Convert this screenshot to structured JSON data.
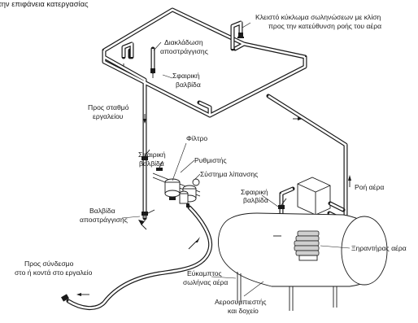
{
  "header": {
    "caption": "την επιφάνεια κατεργασίας"
  },
  "labels": {
    "closed_loop_line1": "Κλειστό κύκλωμα σωληνώσεων με κλίση",
    "closed_loop_line2": "προς την κατεύθυνση ροής του αέρα",
    "drain_branch_line1": "Διακλάδωση",
    "drain_branch_line2": "αποστράγγισης",
    "ball_valve_top_line1": "Σφαιρική",
    "ball_valve_top_line2": "βαλβίδα",
    "to_station_line1": "Προς σταθμό",
    "to_station_line2": "εργαλείου",
    "filter": "Φίλτρο",
    "regulator": "Ρυθμιστής",
    "lubrication": "Σύστημα λίπανσης",
    "ball_valve_mid_line1": "Σφαιρική",
    "ball_valve_mid_line2": "βαλβίδα",
    "ball_valve_right_line1": "Σφαιρική",
    "ball_valve_right_line2": "βαλβίδα",
    "airflow": "Ροή αέρα",
    "drain_valve_line1": "Βαλβίδα",
    "drain_valve_line2": "αποστράγγισης",
    "dryer": "Ξηραντήρας αέρα",
    "to_connection_line1": "Προς σύνδεσμο",
    "to_connection_line2": "στο ή κοντά στο εργαλείο",
    "hose_line1": "Εύκαμπτος",
    "hose_line2": "σωλήνας αέρα",
    "compressor_line1": "Αεροσυμπιεστής",
    "compressor_line2": "και δοχείο"
  }
}
